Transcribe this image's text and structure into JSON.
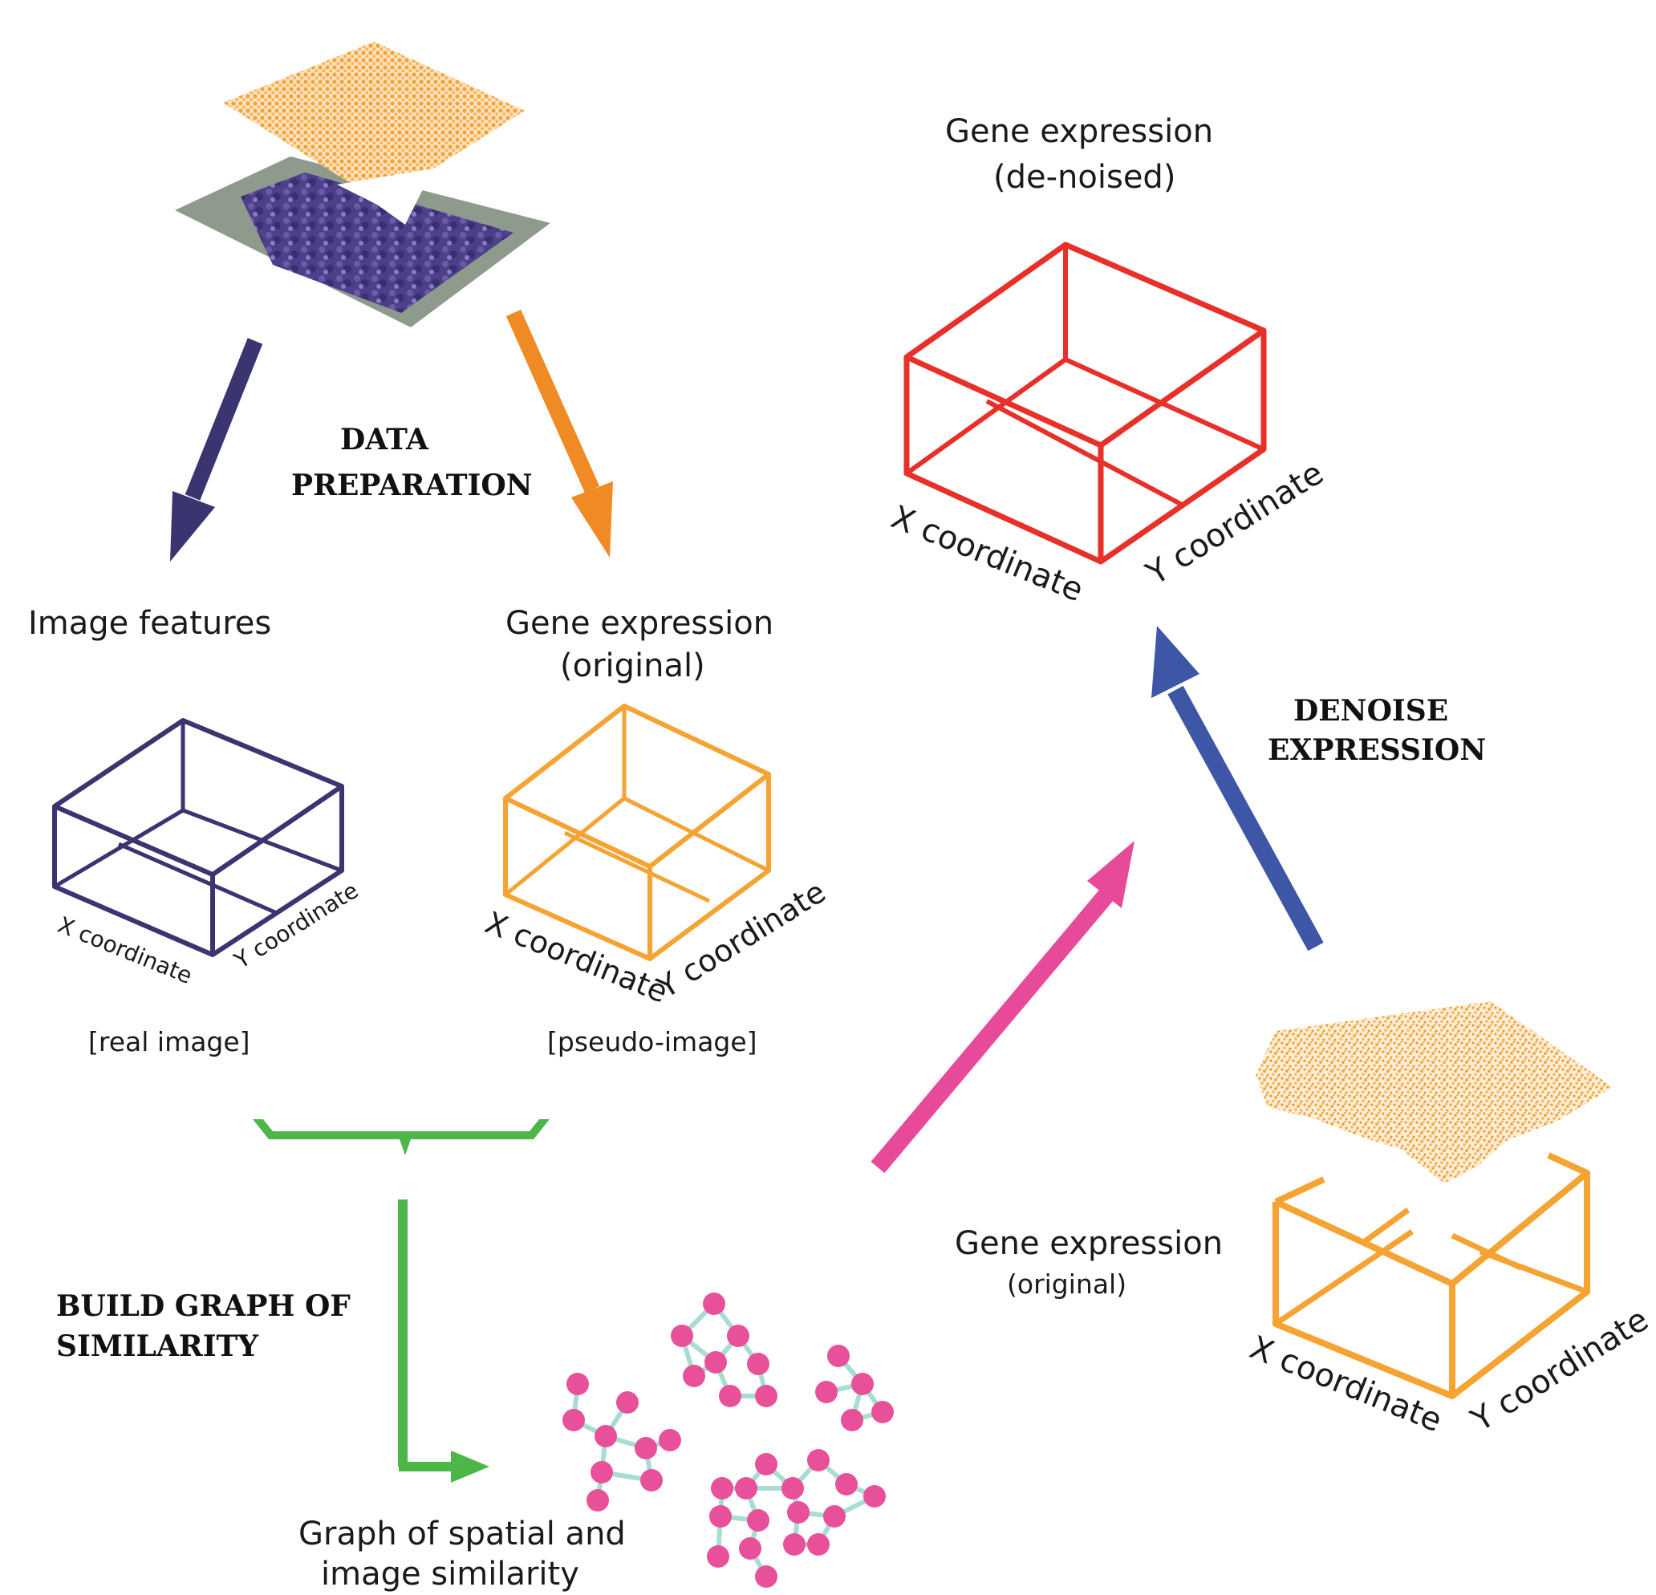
{
  "colors": {
    "navy": "#3a3570",
    "orange": "#f5a332",
    "orange_arrow": "#f08a24",
    "red": "#e8302a",
    "blue": "#3d57a6",
    "green": "#4cb648",
    "pink": "#e84a9a",
    "graph_node": "#e8509a",
    "graph_edge": "#a8ddd4"
  },
  "labels": {
    "data_prep_1": "DATA",
    "data_prep_2": "PREPARATION",
    "image_features": "Image features",
    "gene_orig_title_1": "Gene expression",
    "gene_orig_title_2": "(original)",
    "real_image": "[real image]",
    "pseudo_image": "[pseudo-image]",
    "gene_denoised_1": "Gene expression",
    "gene_denoised_2": "(de-noised)",
    "denoise_1": "DENOISE",
    "denoise_2": "EXPRESSION",
    "build_graph_1": "BUILD GRAPH OF",
    "build_graph_2": "SIMILARITY",
    "graph_caption_1": "Graph of spatial and",
    "graph_caption_2": "image similarity",
    "gene_orig_br_1": "Gene expression",
    "gene_orig_br_2": "(original)",
    "x_coord": "X coordinate",
    "y_coord": "Y coordinate"
  },
  "icons": [
    "tissue-slide-icon",
    "graph-cluster-icon",
    "noisy-expression-cube-icon"
  ]
}
